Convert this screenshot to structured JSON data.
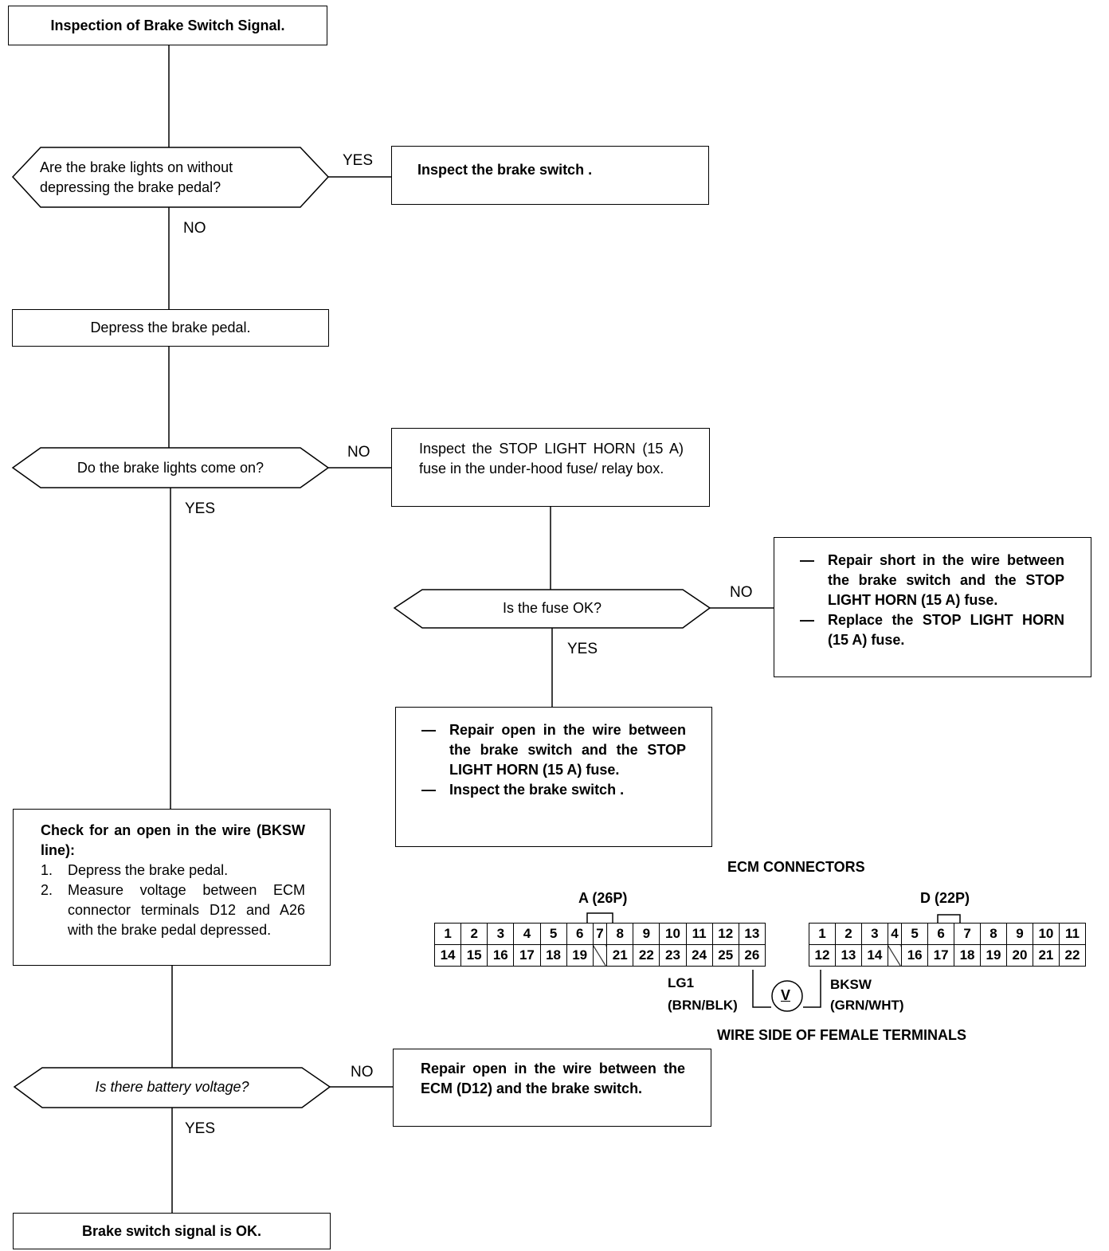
{
  "flowchart": {
    "start": "Inspection of Brake Switch Signal.",
    "q1": "Are the brake lights on without depressing the brake pedal?",
    "q1_yes_label": "YES",
    "q1_yes_action": "Inspect the brake switch .",
    "q1_no_label": "NO",
    "step_depress": "Depress the brake pedal.",
    "q2": "Do the brake lights come on?",
    "q2_no_label": "NO",
    "q2_no_action": "Inspect the STOP LIGHT HORN (15 A) fuse in the under-hood fuse/ relay box.",
    "q2_yes_label": "YES",
    "q3": "Is the fuse OK?",
    "q3_no_label": "NO",
    "q3_no_actions": [
      "Repair short in the wire between the brake switch and the STOP LIGHT HORN (15 A) fuse.",
      "Replace the STOP LIGHT HORN (15 A) fuse."
    ],
    "q3_yes_label": "YES",
    "q3_yes_actions": [
      "Repair open in the wire between the brake switch and the STOP LIGHT HORN (15 A) fuse.",
      "Inspect the brake switch ."
    ],
    "check": {
      "title": "Check for an open in the wire (BKSW line):",
      "steps": [
        {
          "n": "1.",
          "text": "Depress the brake pedal."
        },
        {
          "n": "2.",
          "text": "Measure voltage between ECM connector terminals D12 and A26 with the brake pedal depressed."
        }
      ]
    },
    "q4": "Is there battery voltage?",
    "q4_no_label": "NO",
    "q4_no_action": "Repair open in the wire between the ECM (D12) and the brake switch.",
    "q4_yes_label": "YES",
    "end": "Brake switch signal is OK."
  },
  "connectors": {
    "title": "ECM CONNECTORS",
    "a_label": "A (26P)",
    "a_top": [
      "1",
      "2",
      "3",
      "4",
      "5",
      "6",
      "7",
      "8",
      "9",
      "10",
      "11",
      "12",
      "13"
    ],
    "a_bottom": [
      "14",
      "15",
      "16",
      "17",
      "18",
      "19",
      "",
      "21",
      "22",
      "23",
      "24",
      "25",
      "26"
    ],
    "d_label": "D (22P)",
    "d_top": [
      "1",
      "2",
      "3",
      "4",
      "5",
      "6",
      "7",
      "8",
      "9",
      "10",
      "11"
    ],
    "d_bottom": [
      "12",
      "13",
      "14",
      "",
      "16",
      "17",
      "18",
      "19",
      "20",
      "21",
      "22"
    ],
    "wire_a_name": "LG1",
    "wire_a_color": "(BRN/BLK)",
    "meter_symbol": "V",
    "wire_d_name": "BKSW",
    "wire_d_color": "(GRN/WHT)",
    "caption": "WIRE SIDE OF FEMALE TERMINALS"
  }
}
